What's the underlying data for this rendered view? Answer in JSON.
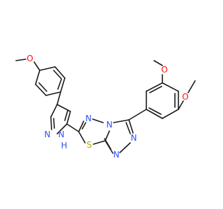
{
  "colors": {
    "background": "#ffffff",
    "bond": "#1a1a1a",
    "oxygen": "#ff0d0d",
    "nitrogen": "#3050f8",
    "sulfur": "#b8a600",
    "nh": "#3050f8"
  },
  "labels": {
    "o_top": "O",
    "o_right": "O",
    "o_left": "O",
    "n_a": "N",
    "n_b": "N",
    "n_c": "N",
    "n_d": "N",
    "n_pz": "N",
    "nh_pz": "N",
    "h_pz": "H",
    "s": "S"
  }
}
